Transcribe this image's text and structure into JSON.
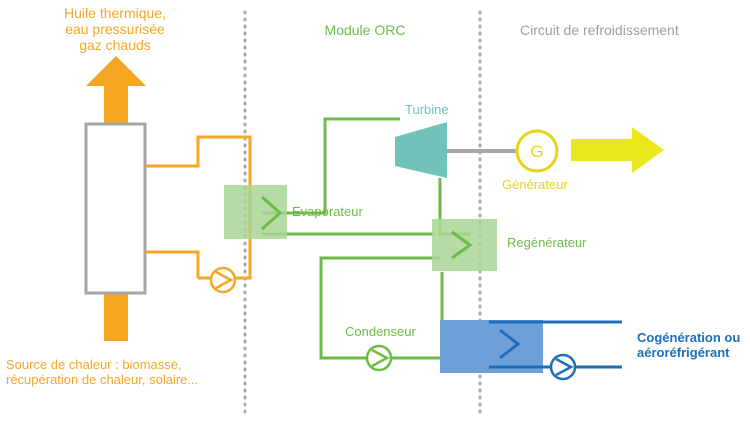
{
  "heat_source": {
    "top_label": [
      "Huile thermique,",
      "eau pressurisée",
      "gaz chauds"
    ],
    "bottom_label": [
      "Source de chaleur : biomasse,",
      "récupération de chaleur, solaire..."
    ]
  },
  "sections": {
    "orc": "Module ORC",
    "cooling": "Circuit de refroidissement"
  },
  "components": {
    "turbine": "Turbine",
    "generator_symbol": "G",
    "generator": "Générateur",
    "evaporator": "Evaporateur",
    "regenerator": "Regénérateur",
    "condenser": "Condenseur",
    "cooling_output": [
      "Cogénération ou",
      "aéroréfrigérant"
    ]
  },
  "colors": {
    "heat": "#f5a623",
    "orc": "#6cbd45",
    "orc_box": "#a9d594",
    "turbine": "#6fc3b8",
    "generator": "#e8d21a",
    "cooling": "#1d6fb8",
    "condenser_box": "#6f9fd8",
    "divider": "#9e9e9e",
    "shaft": "#9e9e9e"
  }
}
